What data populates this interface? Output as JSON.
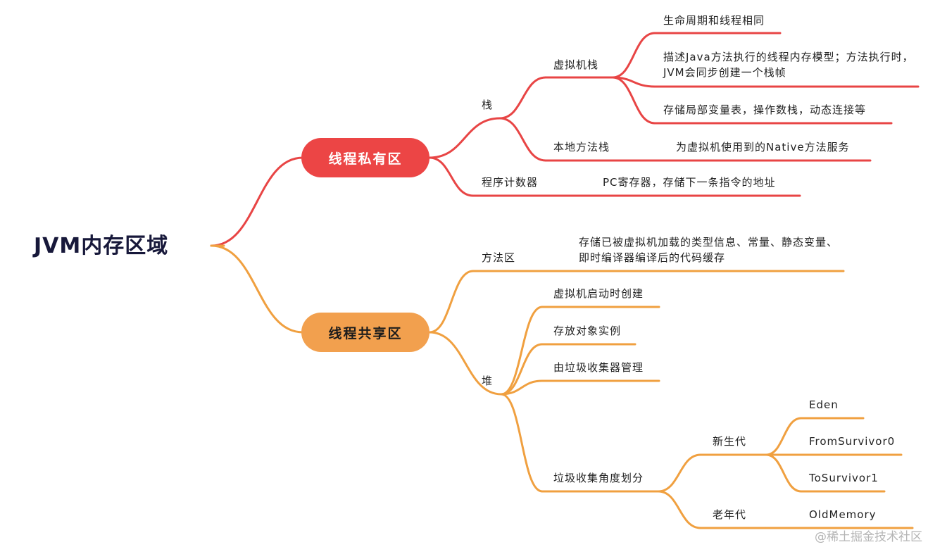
{
  "root": "JVM内存区域",
  "colors": {
    "private": "#e84545",
    "shared": "#f0a040"
  },
  "private": {
    "title": "线程私有区",
    "stack": {
      "label": "栈",
      "vm_stack": {
        "label": "虚拟机栈",
        "items": [
          "生命周期和线程相同",
          "描述Java方法执行的线程内存模型；方法执行时，JVM会同步创建一个栈帧",
          "存储局部变量表，操作数栈，动态连接等"
        ]
      },
      "native_stack": {
        "label": "本地方法栈",
        "item": "为虚拟机使用到的Native方法服务"
      }
    },
    "pc": {
      "label": "程序计数器",
      "item": "PC寄存器，存储下一条指令的地址"
    }
  },
  "shared": {
    "title": "线程共享区",
    "method_area": {
      "label": "方法区",
      "item": "存储已被虚拟机加载的类型信息、常量、静态变量、即时编译器编译后的代码缓存"
    },
    "heap": {
      "label": "堆",
      "items": [
        "虚拟机启动时创建",
        "存放对象实例",
        "由垃圾收集器管理"
      ],
      "gc": {
        "label": "垃圾收集角度划分",
        "young": {
          "label": "新生代",
          "items": [
            "Eden",
            "FromSurvivor0",
            "ToSurvivor1"
          ]
        },
        "old": {
          "label": "老年代",
          "items": [
            "OldMemory"
          ]
        }
      }
    }
  },
  "watermark": "@稀土掘金技术社区"
}
